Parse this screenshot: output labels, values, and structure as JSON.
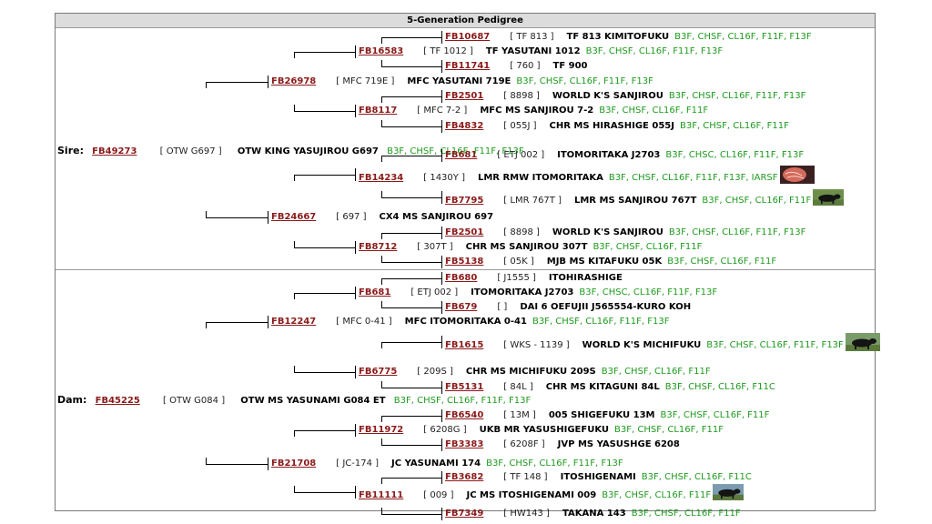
{
  "header": {
    "title": "5-Generation Pedigree"
  },
  "sire": {
    "role": "Sire:",
    "id": "FB49273",
    "code": "[ OTW G697 ]",
    "name": "OTW KING YASUJIROU G697",
    "traits": "B3F, CHSF, CL16F, F11F, F13F"
  },
  "dam": {
    "role": "Dam:",
    "id": "FB45225",
    "code": "[ OTW G084 ]",
    "name": "OTW MS YASUNAMI G084 ET",
    "traits": "B3F, CHSF, CL16F, F11F, F13F"
  },
  "sire_side": [
    {
      "id": "FB10687",
      "code": "[ TF 813 ]",
      "name": "TF 813 KIMITOFUKU",
      "traits": "B3F, CHSF, CL16F, F11F, F13F"
    },
    {
      "id": "FB16583",
      "code": "[ TF 1012 ]",
      "name": "TF YASUTANI 1012",
      "traits": "B3F, CHSF, CL16F, F11F, F13F"
    },
    {
      "id": "FB11741",
      "code": "[ 760 ]",
      "name": "TF 900",
      "traits": ""
    },
    {
      "id": "FB26978",
      "code": "[ MFC 719E ]",
      "name": "MFC YASUTANI 719E",
      "traits": "B3F, CHSF, CL16F, F11F, F13F"
    },
    {
      "id": "FB2501",
      "code": "[ 8898 ]",
      "name": "WORLD K'S SANJIROU",
      "traits": "B3F, CHSF, CL16F, F11F, F13F"
    },
    {
      "id": "FB8117",
      "code": "[ MFC 7-2 ]",
      "name": "MFC MS SANJIROU 7-2",
      "traits": "B3F, CHSF, CL16F, F11F"
    },
    {
      "id": "FB4832",
      "code": "[ 055J ]",
      "name": "CHR MS HIRASHIGE 055J",
      "traits": "B3F, CHSF, CL16F, F11F"
    },
    {
      "id": "FB681",
      "code": "[ ETJ 002 ]",
      "name": "ITOMORITAKA J2703",
      "traits": "B3F, CHSC, CL16F, F11F, F13F"
    },
    {
      "id": "FB14234",
      "code": "[ 1430Y ]",
      "name": "LMR RMW ITOMORITAKA",
      "traits": "B3F, CHSF, CL16F, F11F, F13F, IARSF"
    },
    {
      "id": "FB7795",
      "code": "[ LMR 767T ]",
      "name": "LMR MS SANJIROU 767T",
      "traits": "B3F, CHSF, CL16F, F11F"
    },
    {
      "id": "FB24667",
      "code": "[ 697 ]",
      "name": "CX4 MS SANJIROU 697",
      "traits": ""
    },
    {
      "id": "FB2501",
      "code": "[ 8898 ]",
      "name": "WORLD K'S SANJIROU",
      "traits": "B3F, CHSF, CL16F, F11F, F13F"
    },
    {
      "id": "FB8712",
      "code": "[ 307T ]",
      "name": "CHR MS SANJIROU 307T",
      "traits": "B3F, CHSF, CL16F, F11F"
    },
    {
      "id": "FB5138",
      "code": "[ 05K ]",
      "name": "MJB MS KITAFUKU 05K",
      "traits": "B3F, CHSF, CL16F, F11F"
    }
  ],
  "dam_side": [
    {
      "id": "FB680",
      "code": "[ J1555 ]",
      "name": "ITOHIRASHIGE",
      "traits": ""
    },
    {
      "id": "FB681",
      "code": "[ ETJ 002 ]",
      "name": "ITOMORITAKA J2703",
      "traits": "B3F, CHSC, CL16F, F11F, F13F"
    },
    {
      "id": "FB679",
      "code": "[ ]",
      "name": "DAI 6 OEFUJII J565554-KURO KOH",
      "traits": ""
    },
    {
      "id": "FB12247",
      "code": "[ MFC 0-41 ]",
      "name": "MFC ITOMORITAKA 0-41",
      "traits": "B3F, CHSF, CL16F, F11F, F13F"
    },
    {
      "id": "FB1615",
      "code": "[ WKS - 1139 ]",
      "name": "WORLD K'S MICHIFUKU",
      "traits": "B3F, CHSF, CL16F, F11F, F13F"
    },
    {
      "id": "FB6775",
      "code": "[ 209S ]",
      "name": "CHR MS MICHIFUKU 209S",
      "traits": "B3F, CHSF, CL16F, F11F"
    },
    {
      "id": "FB5131",
      "code": "[ 84L ]",
      "name": "CHR MS KITAGUNI 84L",
      "traits": "B3F, CHSF, CL16F, F11C"
    },
    {
      "id": "FB6540",
      "code": "[ 13M ]",
      "name": "005 SHIGEFUKU 13M",
      "traits": "B3F, CHSF, CL16F, F11F"
    },
    {
      "id": "FB11972",
      "code": "[ 6208G ]",
      "name": "UKB MR YASUSHIGEFUKU",
      "traits": "B3F, CHSF, CL16F, F11F"
    },
    {
      "id": "FB3383",
      "code": "[ 6208F ]",
      "name": "JVP MS YASUSHGE 6208",
      "traits": ""
    },
    {
      "id": "FB21708",
      "code": "[ JC-174 ]",
      "name": "JC YASUNAMI 174",
      "traits": "B3F, CHSF, CL16F, F11F, F13F"
    },
    {
      "id": "FB3682",
      "code": "[ TF 148 ]",
      "name": "ITOSHIGENAMI",
      "traits": "B3F, CHSF, CL16F, F11C"
    },
    {
      "id": "FB11111",
      "code": "[ 009 ]",
      "name": "JC MS ITOSHIGENAMI 009",
      "traits": "B3F, CHSF, CL16F, F11F"
    },
    {
      "id": "FB7349",
      "code": "[ HW143 ]",
      "name": "TAKANA 143",
      "traits": "B3F, CHSF, CL16F, F11F"
    }
  ],
  "colors": {
    "link": "#8b1a1a",
    "traits": "#1e9a1e",
    "header_bg": "#dcdcdc"
  },
  "icons": {
    "photos": [
      "carcass-photo-icon",
      "cow-photo-icon"
    ]
  }
}
